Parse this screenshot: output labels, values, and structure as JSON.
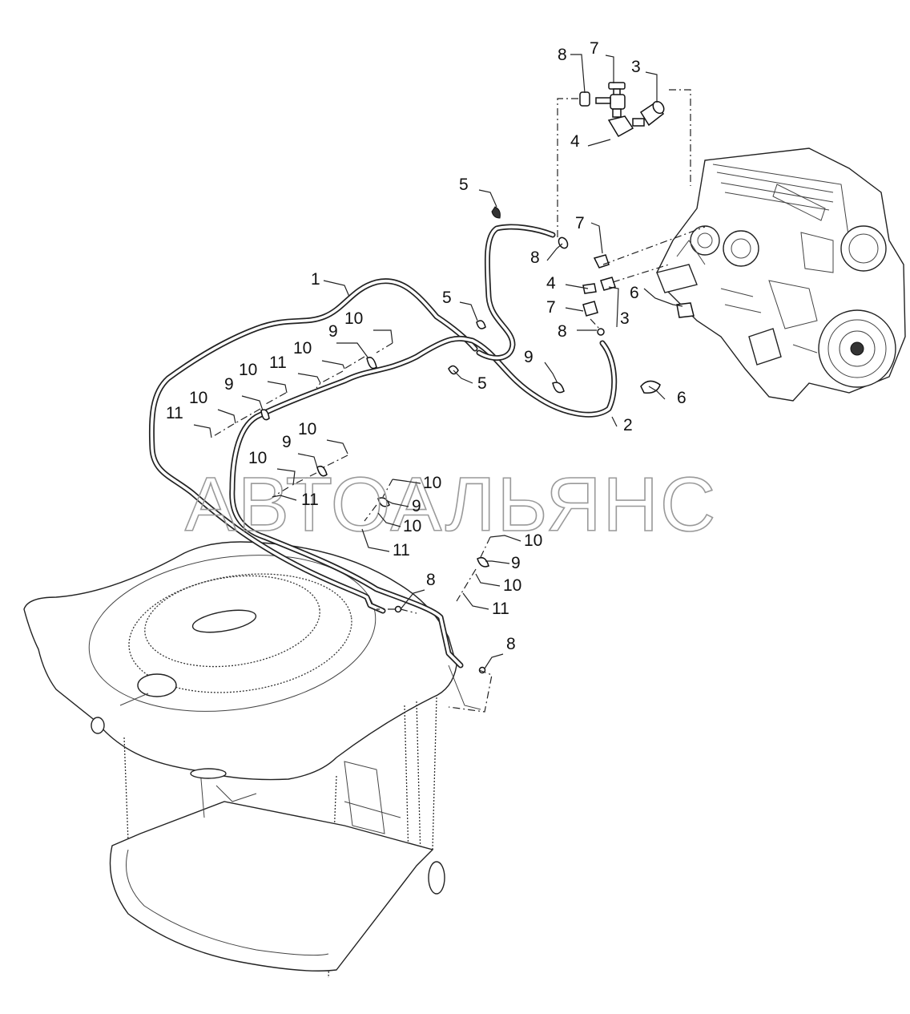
{
  "watermark": "АВТОАЛЬЯНС",
  "callouts": [
    {
      "id": "c8a",
      "text": "8"
    },
    {
      "id": "c7a",
      "text": "7"
    },
    {
      "id": "c3a",
      "text": "3"
    },
    {
      "id": "c4a",
      "text": "4"
    },
    {
      "id": "c5a",
      "text": "5"
    },
    {
      "id": "c7b",
      "text": "7"
    },
    {
      "id": "c8b",
      "text": "8"
    },
    {
      "id": "c4b",
      "text": "4"
    },
    {
      "id": "c6a",
      "text": "6"
    },
    {
      "id": "c7c",
      "text": "7"
    },
    {
      "id": "c3b",
      "text": "3"
    },
    {
      "id": "c8c",
      "text": "8"
    },
    {
      "id": "c1",
      "text": "1"
    },
    {
      "id": "c5b",
      "text": "5"
    },
    {
      "id": "c5c",
      "text": "5"
    },
    {
      "id": "c9a",
      "text": "9"
    },
    {
      "id": "c6b",
      "text": "6"
    },
    {
      "id": "c2",
      "text": "2"
    },
    {
      "id": "c10a",
      "text": "10"
    },
    {
      "id": "c9b",
      "text": "9"
    },
    {
      "id": "c10b",
      "text": "10"
    },
    {
      "id": "c11a",
      "text": "11"
    },
    {
      "id": "c10c",
      "text": "10"
    },
    {
      "id": "c9c",
      "text": "9"
    },
    {
      "id": "c10d",
      "text": "10"
    },
    {
      "id": "c11b",
      "text": "11"
    },
    {
      "id": "c10e",
      "text": "10"
    },
    {
      "id": "c9d",
      "text": "9"
    },
    {
      "id": "c10f",
      "text": "10"
    },
    {
      "id": "c11c",
      "text": "11"
    },
    {
      "id": "c10g",
      "text": "10"
    },
    {
      "id": "c9e",
      "text": "9"
    },
    {
      "id": "c10h",
      "text": "10"
    },
    {
      "id": "c11d",
      "text": "11"
    },
    {
      "id": "c10i",
      "text": "10"
    },
    {
      "id": "c9f",
      "text": "9"
    },
    {
      "id": "c10j",
      "text": "10"
    },
    {
      "id": "c11e",
      "text": "11"
    },
    {
      "id": "c8d",
      "text": "8"
    },
    {
      "id": "c8e",
      "text": "8"
    }
  ]
}
